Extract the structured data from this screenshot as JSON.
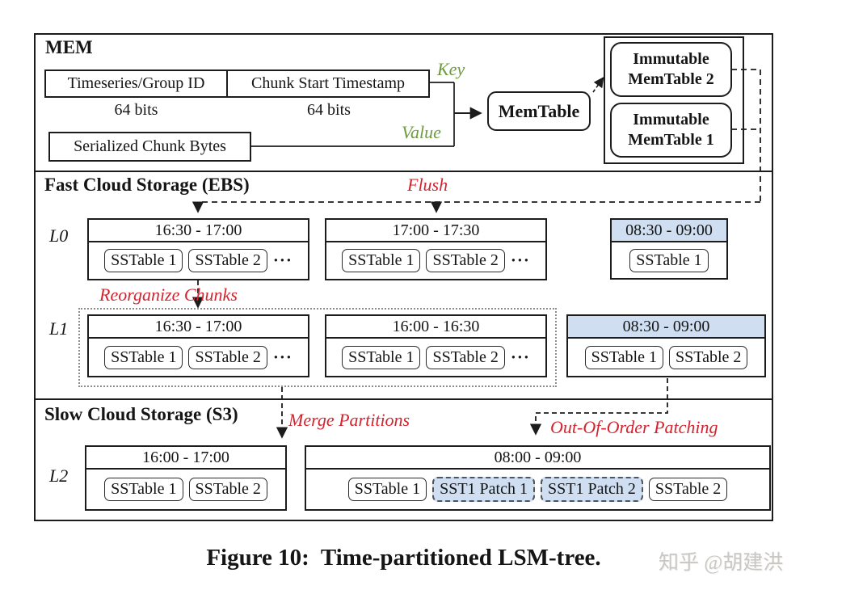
{
  "figure": {
    "caption": "Figure 10:  Time-partitioned LSM-tree.",
    "watermark": "知乎 @胡建洪"
  },
  "colors": {
    "highlight_blue": "#cfdff1",
    "label_red": "#d4232e",
    "label_green": "#6d9b3e",
    "line_black": "#1c1c1c",
    "watermark_gray": "#c9c7c3"
  },
  "mem": {
    "title": "MEM",
    "key_fields": [
      {
        "label": "Timeseries/Group ID",
        "bits": "64 bits"
      },
      {
        "label": "Chunk Start Timestamp",
        "bits": "64 bits"
      }
    ],
    "value_field": "Serialized Chunk Bytes",
    "key_label": "Key",
    "value_label": "Value",
    "memtable_label": "MemTable",
    "immutable_memtables": [
      "Immutable MemTable 2",
      "Immutable MemTable 1"
    ]
  },
  "fast": {
    "title": "Fast Cloud Storage (EBS)",
    "flush_label": "Flush",
    "reorganize_label": "Reorganize Chunks",
    "l0": {
      "label": "L0",
      "parts": [
        {
          "range": "16:30 - 17:00",
          "tables": [
            "SSTable 1",
            "SSTable 2"
          ],
          "more": "···"
        },
        {
          "range": "17:00 - 17:30",
          "tables": [
            "SSTable 1",
            "SSTable 2"
          ],
          "more": "···"
        },
        {
          "range": "08:30 - 09:00",
          "tables": [
            "SSTable 1"
          ]
        }
      ]
    },
    "l1": {
      "label": "L1",
      "parts": [
        {
          "range": "16:30 - 17:00",
          "tables": [
            "SSTable 1",
            "SSTable 2"
          ],
          "more": "···"
        },
        {
          "range": "16:00 - 16:30",
          "tables": [
            "SSTable 1",
            "SSTable 2"
          ],
          "more": "···"
        },
        {
          "range": "08:30 - 09:00",
          "tables": [
            "SSTable 1",
            "SSTable 2"
          ]
        }
      ]
    }
  },
  "slow": {
    "title": "Slow Cloud Storage (S3)",
    "merge_label": "Merge Partitions",
    "patch_label": "Out-Of-Order Patching",
    "l2": {
      "label": "L2",
      "parts": [
        {
          "range": "16:00 - 17:00",
          "tables": [
            "SSTable 1",
            "SSTable 2"
          ]
        },
        {
          "range": "08:00 - 09:00",
          "tables": [
            "SSTable 1",
            "SST1 Patch 1",
            "SST1 Patch 2",
            "SSTable 2"
          ]
        }
      ]
    }
  }
}
